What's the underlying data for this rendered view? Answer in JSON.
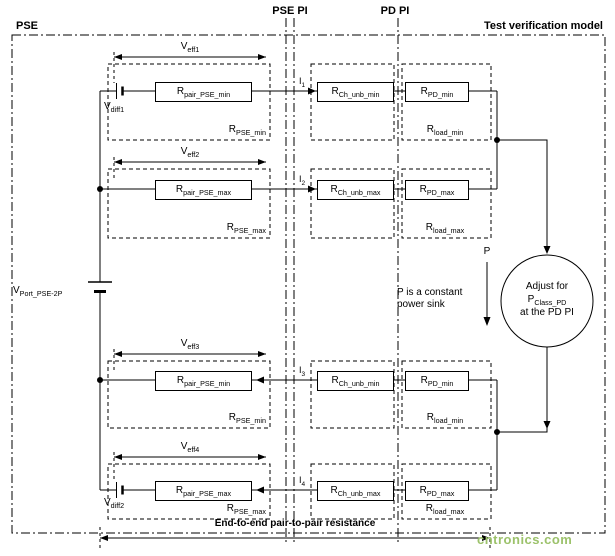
{
  "header": {
    "pse": "PSE",
    "pse_pi": "PSE PI",
    "pd_pi": "PD PI",
    "test_model": "Test verification model"
  },
  "source": {
    "base": "V",
    "sub": "Port_PSE-2P"
  },
  "rows": [
    {
      "veff": {
        "base": "V",
        "sub": "eff1"
      },
      "vdiff": {
        "base": "V",
        "sub": "diff1"
      },
      "current": {
        "base": "I",
        "sub": "1"
      },
      "rpair": {
        "base": "R",
        "sub": "pair_PSE_min"
      },
      "rch": {
        "base": "R",
        "sub": "Ch_unb_min"
      },
      "rpd": {
        "base": "R",
        "sub": "PD_min"
      },
      "rpse": {
        "base": "R",
        "sub": "PSE_min"
      },
      "rload": {
        "base": "R",
        "sub": "load_min"
      }
    },
    {
      "veff": {
        "base": "V",
        "sub": "eff2"
      },
      "current": {
        "base": "I",
        "sub": "2"
      },
      "rpair": {
        "base": "R",
        "sub": "pair_PSE_max"
      },
      "rch": {
        "base": "R",
        "sub": "Ch_unb_max"
      },
      "rpd": {
        "base": "R",
        "sub": "PD_max"
      },
      "rpse": {
        "base": "R",
        "sub": "PSE_max"
      },
      "rload": {
        "base": "R",
        "sub": "load_max"
      }
    },
    {
      "veff": {
        "base": "V",
        "sub": "eff3"
      },
      "current": {
        "base": "I",
        "sub": "3"
      },
      "rpair": {
        "base": "R",
        "sub": "pair_PSE_min"
      },
      "rch": {
        "base": "R",
        "sub": "Ch_unb_min"
      },
      "rpd": {
        "base": "R",
        "sub": "PD_min"
      },
      "rpse": {
        "base": "R",
        "sub": "PSE_min"
      },
      "rload": {
        "base": "R",
        "sub": "load_min"
      }
    },
    {
      "veff": {
        "base": "V",
        "sub": "eff4"
      },
      "vdiff": {
        "base": "V",
        "sub": "diff2"
      },
      "current": {
        "base": "I",
        "sub": "4"
      },
      "rpair": {
        "base": "R",
        "sub": "pair_PSE_max"
      },
      "rch": {
        "base": "R",
        "sub": "Ch_unb_max"
      },
      "rpd": {
        "base": "R",
        "sub": "PD_max"
      },
      "rpse": {
        "base": "R",
        "sub": "PSE_max"
      },
      "rload": {
        "base": "R",
        "sub": "load_max"
      }
    }
  ],
  "sink": {
    "p": "P",
    "note_line1": "P is a constant",
    "note_line2": "power sink"
  },
  "adjust": {
    "line1": "Adjust for",
    "p_base": "P",
    "p_sub": "Class_PD",
    "line3": "at the PD PI"
  },
  "footer": {
    "label": "End-to-end pair-to-pair resistance"
  },
  "watermark": "cntronics.com",
  "colors": {
    "line": "#000000",
    "watermark_green": "#9CC26B"
  }
}
